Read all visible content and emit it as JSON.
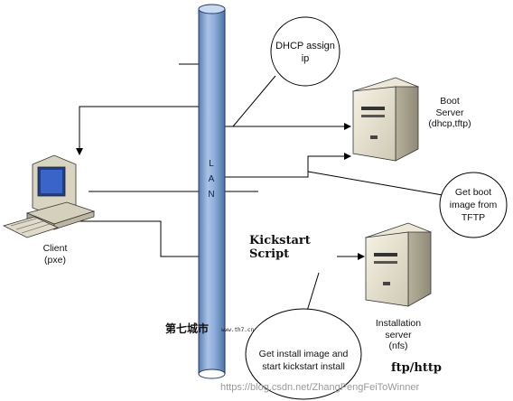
{
  "lan_label": "L\nA\nN",
  "bubbles": {
    "dhcp": "DHCP assign\nip",
    "tftp": "Get boot\nimage from\nTFTP",
    "install": "Get install image and\nstart kickstart install"
  },
  "nodes": {
    "boot_server": "Boot\nServer\n(dhcp,tftp)",
    "client": "Client\n(pxe)",
    "install_server": "Installation\nserver\n(nfs)"
  },
  "annotations": {
    "kickstart": "Kickstart\nScript",
    "ftp": "ftp/http"
  },
  "watermarks": {
    "chinese": "第七城市",
    "site": "www.th7.cn",
    "csdn": "https://blog.csdn.net/ZhangPengFeiToWinner"
  }
}
